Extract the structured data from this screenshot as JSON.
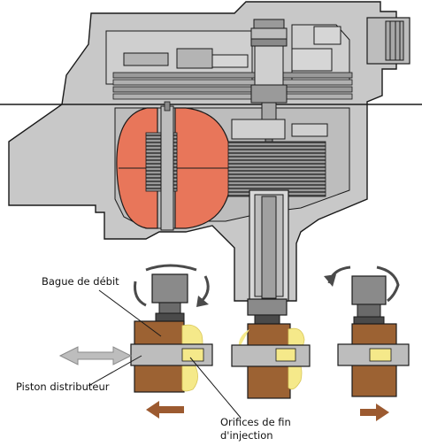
{
  "labels": {
    "bague_de_debit": "Bague de débit",
    "piston_distributeur": "Piston distributeur",
    "orifices_line1": "Orifices de fin",
    "orifices_line2": "d'injection"
  },
  "colors": {
    "housing_fill": "#c8c8c8",
    "housing_dark": "#8c8c8c",
    "outline": "#1a1a1a",
    "rotor_red": "#e8765a",
    "bronze": "#9c6233",
    "yellow": "#f5e98a",
    "plate_dark": "#5a5a5a",
    "arrow_grey": "#8a8a8a",
    "arrow_brown": "#9c5a30"
  }
}
